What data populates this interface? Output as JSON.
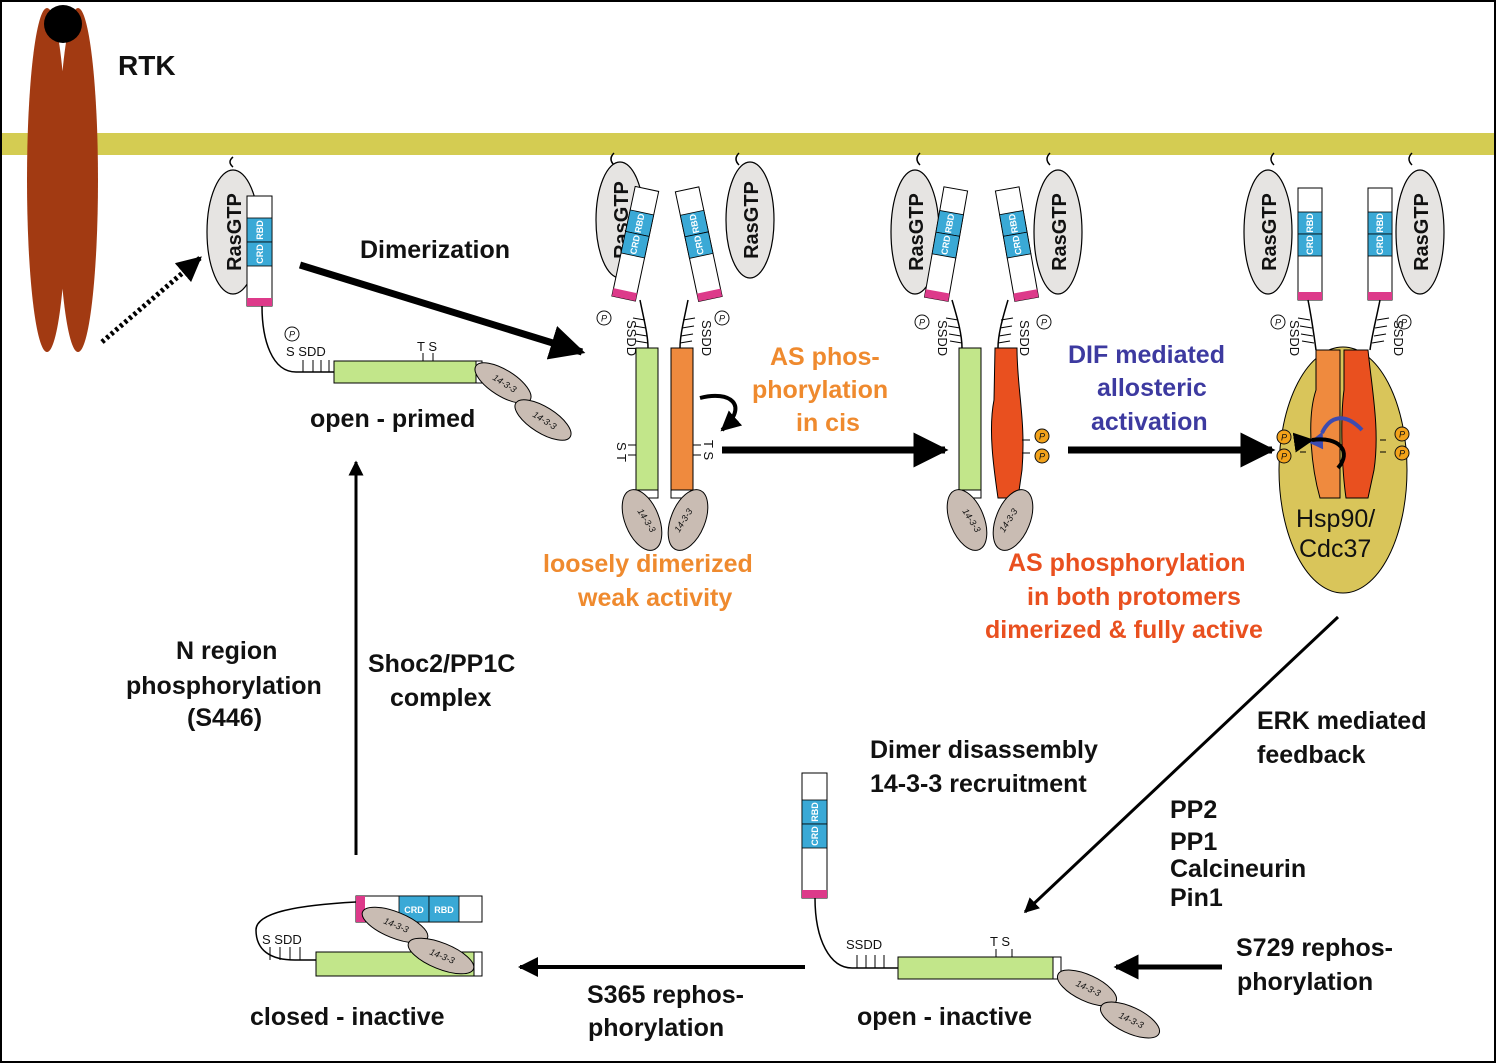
{
  "labels": {
    "rtk": "RTK",
    "dimerization": "Dimerization",
    "open_primed": "open - primed",
    "as_cis_1": "AS phos-",
    "as_cis_2": "phorylation",
    "as_cis_3": "in cis",
    "loosely_1": "loosely dimerized",
    "loosely_2": "weak activity",
    "dif_1": "DIF mediated",
    "dif_2": "allosteric",
    "dif_3": "activation",
    "as_both_1": "AS phosphorylation",
    "as_both_2": "in both protomers",
    "as_both_3": "dimerized & fully active",
    "hsp_1": "Hsp90/",
    "hsp_2": "Cdc37",
    "n_region_1": "N region",
    "n_region_2": "phosphorylation",
    "n_region_3": "(S446)",
    "shoc2_1": "Shoc2/PP1C",
    "shoc2_2": "complex",
    "dimer_dis_1": "Dimer disassembly",
    "dimer_dis_2": "14-3-3 recruitment",
    "erk_1": "ERK mediated",
    "erk_2": "feedback",
    "pp2": "PP2",
    "pp1": "PP1",
    "calcineurin": "Calcineurin",
    "pin1": "Pin1",
    "s729_1": "S729 rephos-",
    "s729_2": "phorylation",
    "open_inactive": "open - inactive",
    "s365_1": "S365 rephos-",
    "s365_2": "phorylation",
    "closed_inactive": "closed - inactive"
  },
  "molecule_labels": {
    "rasgtp": "RasGTP",
    "crd": "CRD",
    "rbd": "RBD",
    "fourteen_three_three": "14-3-3",
    "ssdd": "SSDD",
    "s_sdd": "S SDD",
    "ts": "T S",
    "st": "S T",
    "p": "P"
  },
  "colors": {
    "membrane": "#d4cc52",
    "rtk": "#a23a12",
    "green_kinase": "#c2e68a",
    "orange_kinase": "#ef8a3e",
    "red_kinase": "#e9501f",
    "crd_rbd": "#3aa9d6",
    "magenta": "#dd3a8a",
    "ras": "#e6e4e2",
    "protein_1433": "#c9bcb3",
    "hsp90": "#d9c55a",
    "phospho": "#f2a21a",
    "blue_arrow": "#3d4bb0"
  }
}
